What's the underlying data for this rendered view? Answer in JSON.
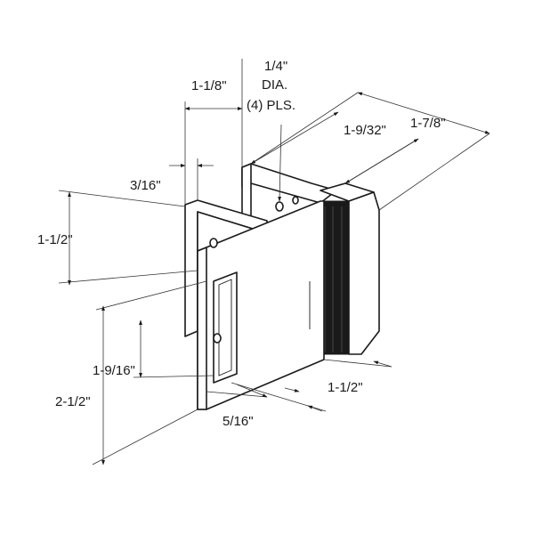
{
  "diagram": {
    "dimensions": {
      "top_thickness": "1-1/8\"",
      "hole_size": "1/4\"",
      "hole_dia": "DIA.",
      "hole_count": "(4) PLS.",
      "overall_depth": "1-7/8\"",
      "inner_depth": "1-9/32\"",
      "plate_thickness": "3/16\"",
      "upper_height": "1-1/2\"",
      "slot_height": "1-9/16\"",
      "overall_height": "2-1/2\"",
      "slot_offset": "5/16\"",
      "front_width": "1-1/2\""
    }
  }
}
